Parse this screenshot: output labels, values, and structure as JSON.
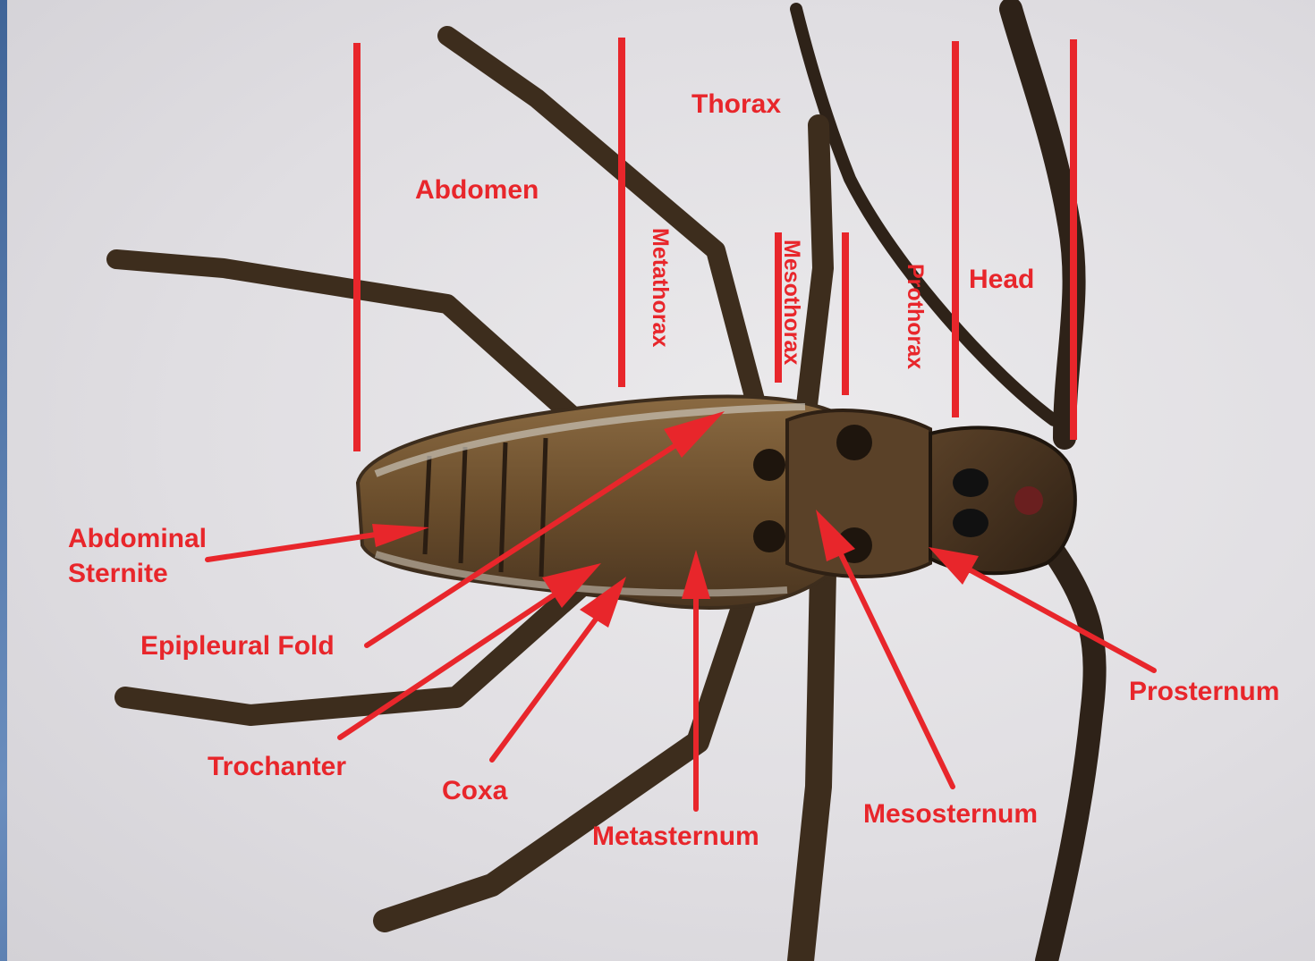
{
  "labels": {
    "thorax": "Thorax",
    "abdomen": "Abdomen",
    "metathorax": "Metathorax",
    "mesothorax": "Mesothorax",
    "prothorax": "Prothorax",
    "head": "Head",
    "abdominal_sternite_line1": "Abdominal",
    "abdominal_sternite_line2": "Sternite",
    "epipleural_fold": "Epipleural Fold",
    "trochanter": "Trochanter",
    "coxa": "Coxa",
    "metasternum": "Metasternum",
    "mesosternum": "Mesosternum",
    "prosternum": "Prosternum"
  },
  "colors": {
    "annotation": "#e8262b",
    "background_frame": "#4a6fa0",
    "specimen_body": "#6b4e2c",
    "specimen_legs": "#3d2d1d"
  }
}
